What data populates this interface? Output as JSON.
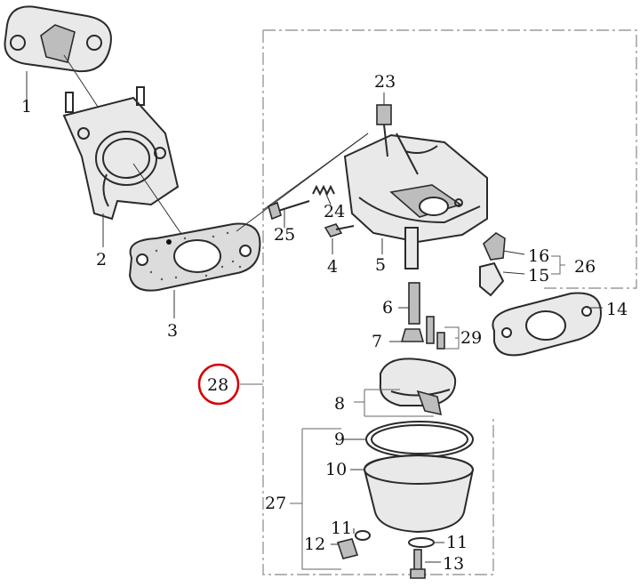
{
  "callouts": {
    "p1": "1",
    "p2": "2",
    "p3": "3",
    "p4": "4",
    "p5": "5",
    "p6": "6",
    "p7": "7",
    "p8": "8",
    "p9": "9",
    "p10": "10",
    "p11a": "11",
    "p11b": "11",
    "p12": "12",
    "p13": "13",
    "p14": "14",
    "p15": "15",
    "p16": "16",
    "p23": "23",
    "p24": "24",
    "p25": "25",
    "p26": "26",
    "p27": "27",
    "p28": "28",
    "p29": "29"
  },
  "highlight": {
    "color": "#d40000",
    "part": "28"
  }
}
